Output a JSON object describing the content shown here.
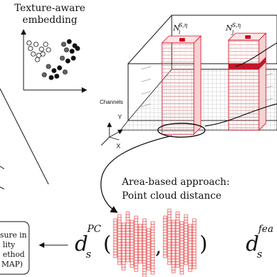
{
  "embedding": {
    "title_line1": "Texture-aware",
    "title_line2": "embedding"
  },
  "cube": {
    "channels_label": "Channels",
    "axis_y": "Y",
    "axis_x": "X",
    "column_i_label": "N",
    "column_i_sup": "S,η",
    "column_i_sub": "i",
    "column_j_label": "N",
    "column_j_sup": "S,η",
    "column_j_sub": "j"
  },
  "approach": {
    "line1": "Area-based approach:",
    "line2": "Point cloud distance"
  },
  "formula": {
    "d_left": "d",
    "sub_left": "s",
    "sup_left": "PC",
    "open_paren": "(",
    "comma": ",",
    "close_paren": ")",
    "d_right": "d",
    "sub_right": "s",
    "sup_right": "fea"
  },
  "box": {
    "line1": "sure in",
    "line2": "lity",
    "line3": "ethod",
    "line4": "MAP)"
  },
  "colors": {
    "accent_red": "#d0021b",
    "grid_red": "#e8a0a0",
    "line": "#111111"
  }
}
